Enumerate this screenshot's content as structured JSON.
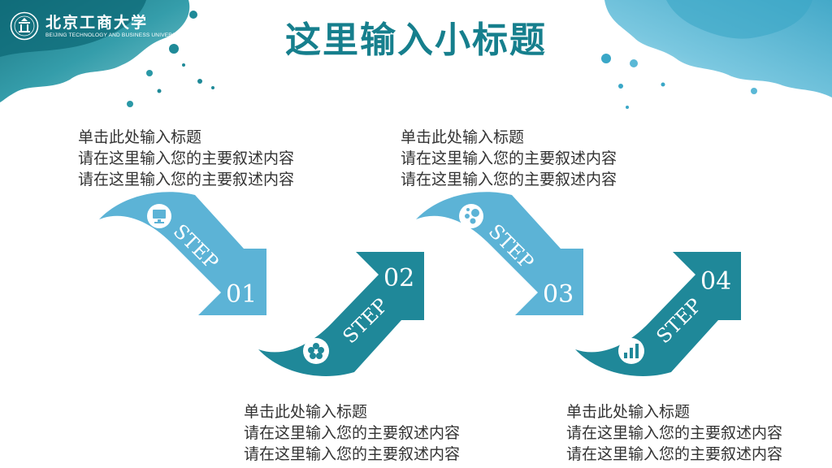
{
  "header": {
    "logo_cn": "北京工商大学",
    "logo_en": "BEIJING TECHNOLOGY AND BUSINESS UNIVERSITY",
    "title": "这里输入小标题"
  },
  "steps": [
    {
      "word": "STEP",
      "number": "01",
      "icon": "monitor-icon",
      "heading": "单击此处输入标题",
      "line1": "请在这里输入您的主要叙述内容",
      "line2": "请在这里输入您的主要叙述内容"
    },
    {
      "word": "STEP",
      "number": "02",
      "icon": "flower-icon",
      "heading": "单击此处输入标题",
      "line1": "请在这里输入您的主要叙述内容",
      "line2": "请在这里输入您的主要叙述内容"
    },
    {
      "word": "STEP",
      "number": "03",
      "icon": "bubbles-icon",
      "heading": "单击此处输入标题",
      "line1": "请在这里输入您的主要叙述内容",
      "line2": "请在这里输入您的主要叙述内容"
    },
    {
      "word": "STEP",
      "number": "04",
      "icon": "bar-chart-icon",
      "heading": "单击此处输入标题",
      "line1": "请在这里输入您的主要叙述内容",
      "line2": "请在这里输入您的主要叙述内容"
    }
  ],
  "colors": {
    "title": "#167f8d",
    "step_light": "#5cb3d6",
    "step_dark": "#1f8899",
    "text": "#333333"
  }
}
